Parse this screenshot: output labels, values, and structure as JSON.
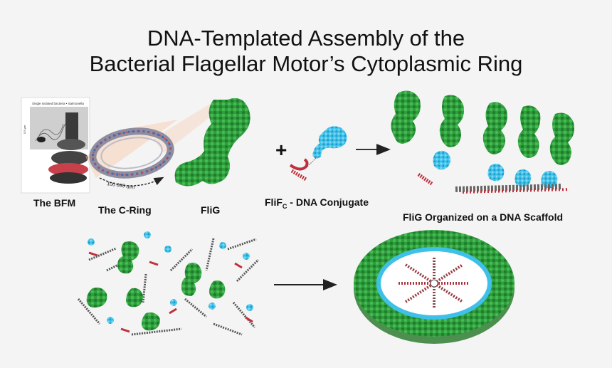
{
  "title": {
    "line1": "DNA-Templated Assembly of the",
    "line2": "Bacterial Flagellar Motor’s Cytoplasmic Ring"
  },
  "labels": {
    "bfm": "The BFM",
    "cring": "The C-Ring",
    "flig": "FliG",
    "conjugate_prefix": "FliF",
    "conjugate_sub": "C",
    "conjugate_suffix": " - DNA Conjugate",
    "scaffold": "FliG Organized on a DNA Scaffold"
  },
  "micrograph": {
    "caption": "Single isolated bacteria • Salmonella",
    "scale": "0.5 µm"
  },
  "ring": {
    "speed": "100 000 rpm"
  },
  "operators": {
    "plus": "+"
  },
  "colors": {
    "protein_green": "#2e9e3c",
    "protein_dark": "#1f7a2c",
    "conjugate_cyan": "#3fc0e8",
    "dna_red": "#c0303c",
    "dna_gray": "#555555",
    "background": "#f4f4f4"
  }
}
